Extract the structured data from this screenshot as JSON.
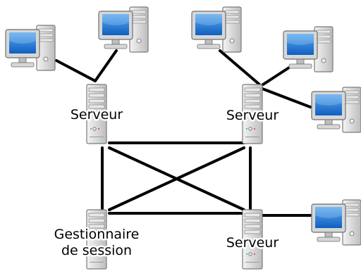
{
  "nodes": [
    {
      "id": "server-top-left",
      "label": "Serveur"
    },
    {
      "id": "server-top-right",
      "label": "Serveur"
    },
    {
      "id": "session-manager",
      "label_line1": "Gestionnaire",
      "label_line2": "de session"
    },
    {
      "id": "server-bottom-right",
      "label": "Serveur"
    }
  ],
  "colors": {
    "link": "#000000",
    "screen": "#1a78d8",
    "case": "#e6e6e6",
    "monitor": "#d0d0d0"
  }
}
